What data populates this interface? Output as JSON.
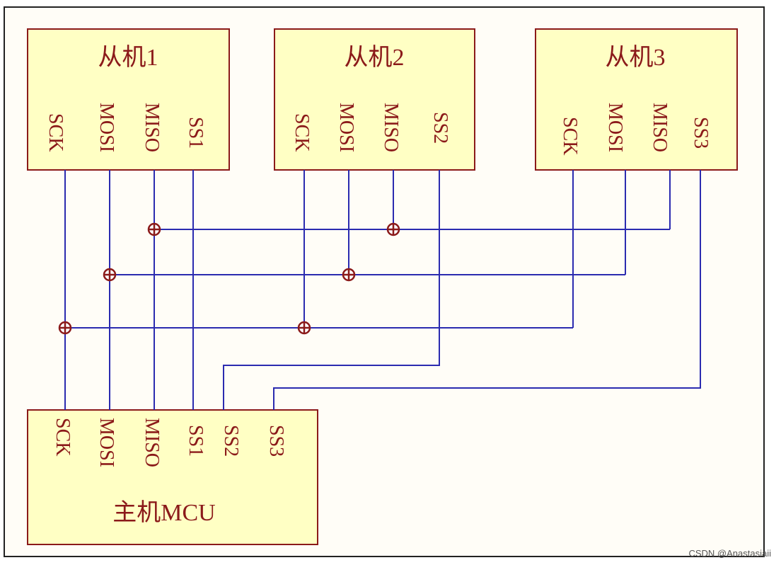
{
  "slaves": [
    {
      "title": "从机1",
      "pins": [
        "SCK",
        "MOSI",
        "MISO",
        "SS1"
      ]
    },
    {
      "title": "从机2",
      "pins": [
        "SCK",
        "MOSI",
        "MISO",
        "SS2"
      ]
    },
    {
      "title": "从机3",
      "pins": [
        "SCK",
        "MOSI",
        "MISO",
        "SS3"
      ]
    }
  ],
  "master": {
    "title": "主机MCU",
    "pins": [
      "SCK",
      "MOSI",
      "MISO",
      "SS1",
      "SS2",
      "SS3"
    ]
  },
  "watermark": "CSDN @Anastasiaii",
  "colors": {
    "box_fill": "#ffffc4",
    "box_stroke": "#8b1a1a",
    "wire": "#2b2bb0",
    "text": "#8b1a1a"
  }
}
